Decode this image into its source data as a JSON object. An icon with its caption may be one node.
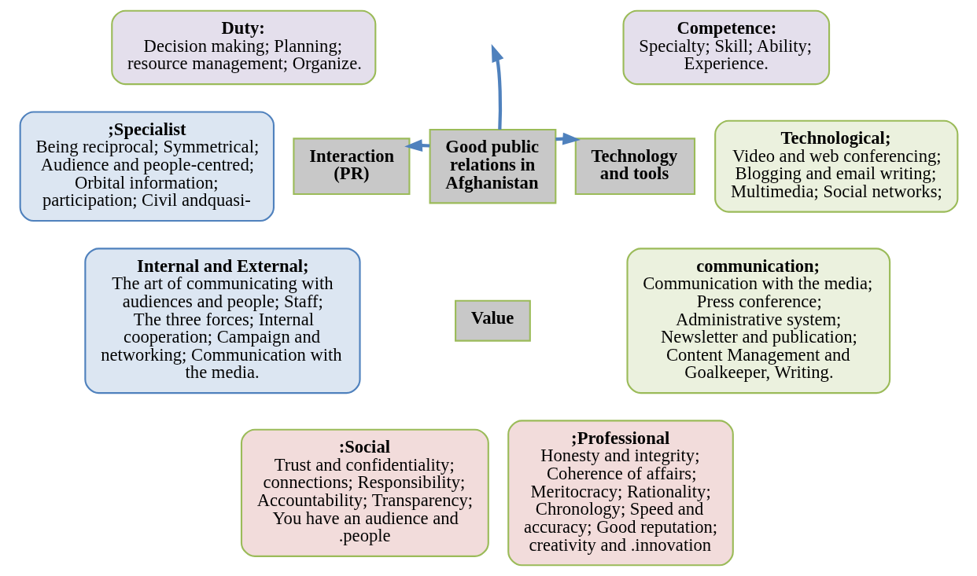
{
  "diagram": {
    "nodes": [
      {
        "text": [
          "Duty:",
          "Decision making; Planning; resource management; Organize."
        ]
      },
      {
        "text": [
          "Competence:",
          "Specialty; Skill; Ability; Experience."
        ]
      },
      {
        "text": [
          ";Specialist",
          "Being reciprocal; Symmetrical; Audience and people-centred; Orbital information; participation; Civil andquasi-"
        ]
      },
      {
        "text": [
          "Internal and External;",
          "The art of communicating with audiences and people; Staff; The three forces; Internal cooperation; Campaign and networking; Communication with the media."
        ]
      },
      {
        "text": [
          "Interaction (PR)"
        ]
      },
      {
        "text": [
          "Good public relations in Afghanistan"
        ]
      },
      {
        "text": [
          "Technology and tools"
        ]
      },
      {
        "text": [
          "Technological;",
          "Video and web conferencing; Blogging and email writing; Multimedia; Social networks;"
        ]
      },
      {
        "text": [
          "communication;",
          "Communication with the media; Press conference; Administrative system; Newsletter and publication; Content Management and Goalkeeper, Writing."
        ]
      },
      {
        "text": [
          "Value"
        ]
      },
      {
        "text": [
          ":Social",
          "Trust and confidentiality; connections; Responsibility; Accountability; Transparency; You have an audience and .people"
        ]
      },
      {
        "text": [
          ";Professional",
          "Honesty and integrity; Coherence of affairs; Meritocracy; Rationality; Chronology; Speed and accuracy; Good reputation; creativity and .innovation"
        ]
      }
    ],
    "edges": [
      {
        "from": 5,
        "to": 4,
        "arrow": "to"
      },
      {
        "from": 5,
        "to": 6,
        "arrow": "to"
      },
      {
        "from": 5,
        "to": null,
        "arrow": "to"
      }
    ]
  }
}
